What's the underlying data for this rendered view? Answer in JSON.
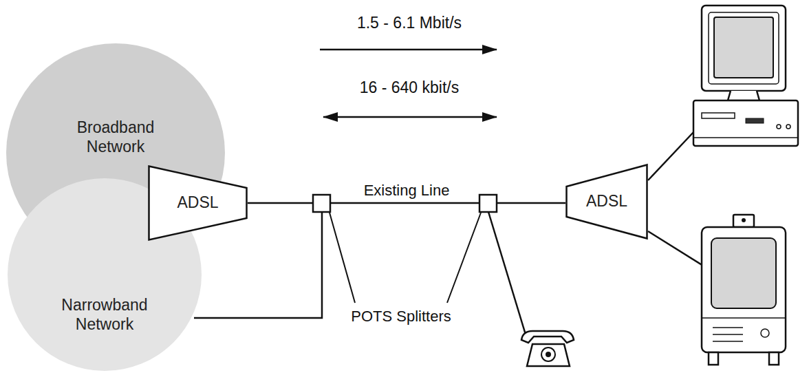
{
  "diagram": {
    "nodes": [
      {
        "text": [
          "Broadband Network"
        ]
      },
      {
        "text": [
          "Narrowband Network"
        ]
      },
      {
        "text": [
          "ADSL"
        ]
      },
      {
        "text": [
          "ADSL"
        ]
      }
    ],
    "edges": [
      {
        "from": 2,
        "to": 3,
        "label": "Existing Line",
        "arrow": "none"
      }
    ],
    "labels": [
      "1.5 - 6.1 Mbit/s",
      "16 - 640 kbit/s",
      "POTS Splitters"
    ]
  }
}
